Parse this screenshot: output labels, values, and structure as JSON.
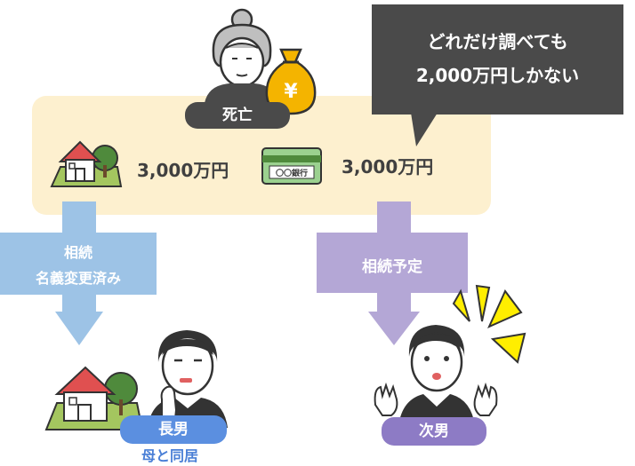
{
  "deceased": {
    "label": "死亡"
  },
  "assets": {
    "real_estate_value": "3,000万円",
    "bank_label": "〇〇銀行",
    "deposit_value": "3,000万円"
  },
  "speech": {
    "line1": "どれだけ調べても",
    "line2": "2,000万円しかない"
  },
  "left_arrow": {
    "line1": "相続",
    "line2": "名義変更済み"
  },
  "right_arrow": {
    "label": "相続予定"
  },
  "eldest_son": {
    "label": "長男",
    "note": "母と同居"
  },
  "second_son": {
    "label": "次男"
  },
  "colors": {
    "box": "#fdf0cf",
    "dark": "#4a4a4a",
    "left_arrow": "#9dc3e6",
    "right_arrow": "#b4a7d6",
    "eldest_pill": "#5b8fe0",
    "second_pill": "#8d7bc5",
    "note_text": "#4a7fd6",
    "burst": "#ffee00"
  },
  "icons": [
    "grandmother-icon",
    "money-bag-icon",
    "house-icon",
    "bank-card-icon",
    "eldest-son-icon",
    "second-son-icon",
    "exclamation-burst-icon"
  ]
}
